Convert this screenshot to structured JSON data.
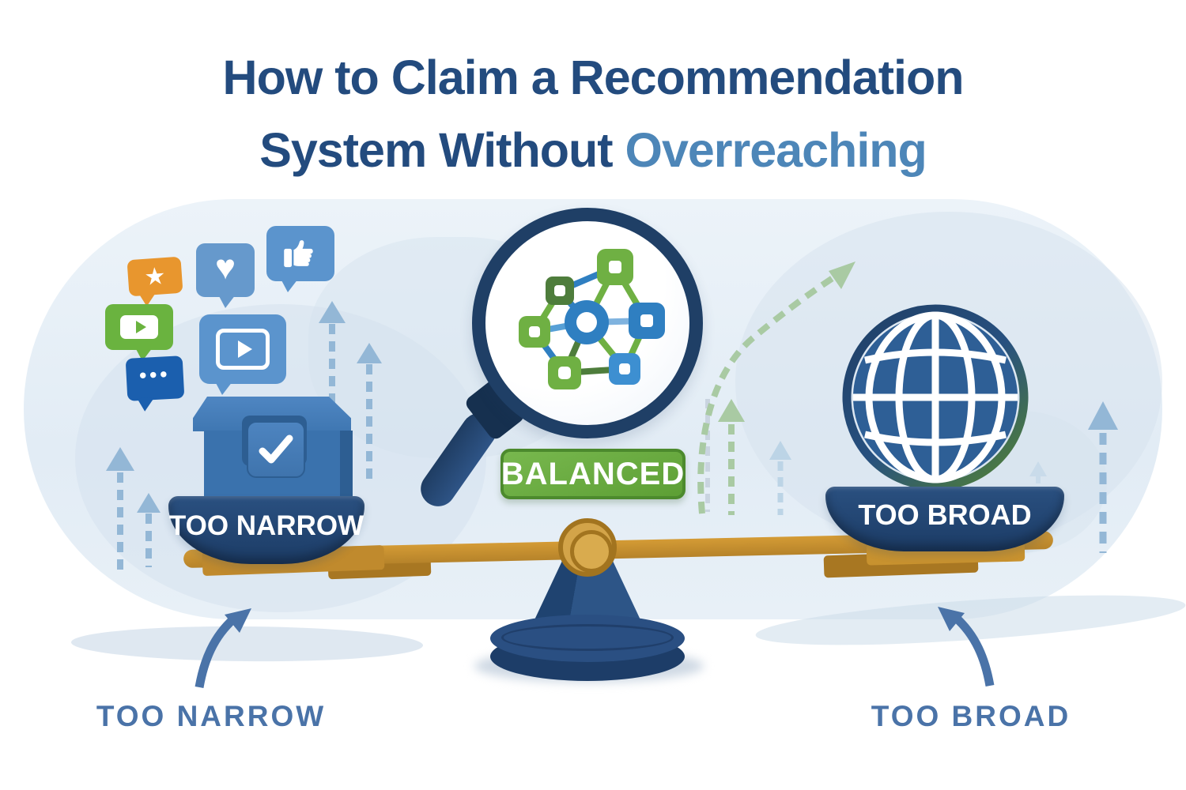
{
  "title": {
    "line1": "How to Claim a Recommendation",
    "line2_prefix": "System Without ",
    "line2_highlight": "Overreaching"
  },
  "balance": {
    "left_pan_label": "TOO NARROW",
    "center_badge_label": "BALANCED",
    "right_pan_label": "TOO BROAD"
  },
  "footer": {
    "left_label": "TOO NARROW",
    "right_label": "TOO BROAD"
  },
  "icon_glyphs": {
    "star": "★",
    "heart": "♥",
    "ellipsis": "•••"
  },
  "icons": [
    "star-feedback-bubble",
    "heart-like-bubble",
    "thumbs-up-bubble",
    "video-comment-bubble",
    "play-video-bubble",
    "ellipsis-comment-bubble",
    "checked-content-box",
    "magnifying-glass",
    "recommendation-network-graph",
    "globe",
    "balance-scale",
    "growth-dashed-arrows"
  ],
  "colors": {
    "title_dark": "#234b7e",
    "title_highlight": "#4d86b8",
    "pan_navy": "#24497a",
    "beam_gold": "#c8922f",
    "badge_green": "#63a53c",
    "footer_label_blue": "#4a73a8",
    "bubble_blue": "#5b94cd",
    "bubble_green": "#6ab33f",
    "bubble_orange": "#e8962e",
    "bubble_dark_blue": "#1b5fae",
    "box_blue": "#3a72ad",
    "lens_navy": "#1f3f66",
    "globe_blue": "#2e5f96",
    "node_green": "#6fb043",
    "node_dark_green": "#4e7d3c",
    "node_blue": "#2f7fc1",
    "dashed_arrow_blue": "#93b7d6",
    "dashed_arrow_green": "#a9caa3",
    "background_blob": "#e2ecf5"
  }
}
